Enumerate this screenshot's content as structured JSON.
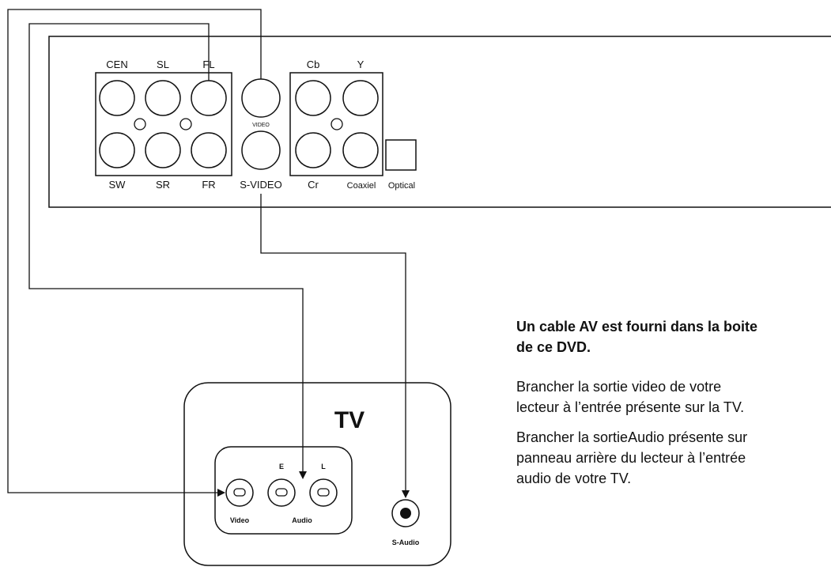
{
  "player_panel": {
    "top_labels": [
      "CEN",
      "SL",
      "FL",
      "Cb",
      "Y"
    ],
    "video_label": "VIDEO",
    "bottom_labels": [
      "SW",
      "SR",
      "FR",
      "S-VIDEO",
      "Cr",
      "Coaxiel",
      "Optical"
    ]
  },
  "tv": {
    "title": "TV",
    "jack_top_labels": [
      "E",
      "L"
    ],
    "jack_bottom_labels": [
      "Video",
      "Audio"
    ],
    "s_audio_label": "S-Audio"
  },
  "instructions": {
    "intro_lines": [
      "Un cable AV est fourni dans la boite",
      "de ce DVD."
    ],
    "para1_lines": [
      "Brancher   la sortie video de votre",
      "lecteur à l’entrée présente sur la TV."
    ],
    "para2_lines": [
      "Brancher   la sortieAudio présente sur",
      "panneau arrière du lecteur à l’entrée",
      "audio de votre TV."
    ]
  }
}
